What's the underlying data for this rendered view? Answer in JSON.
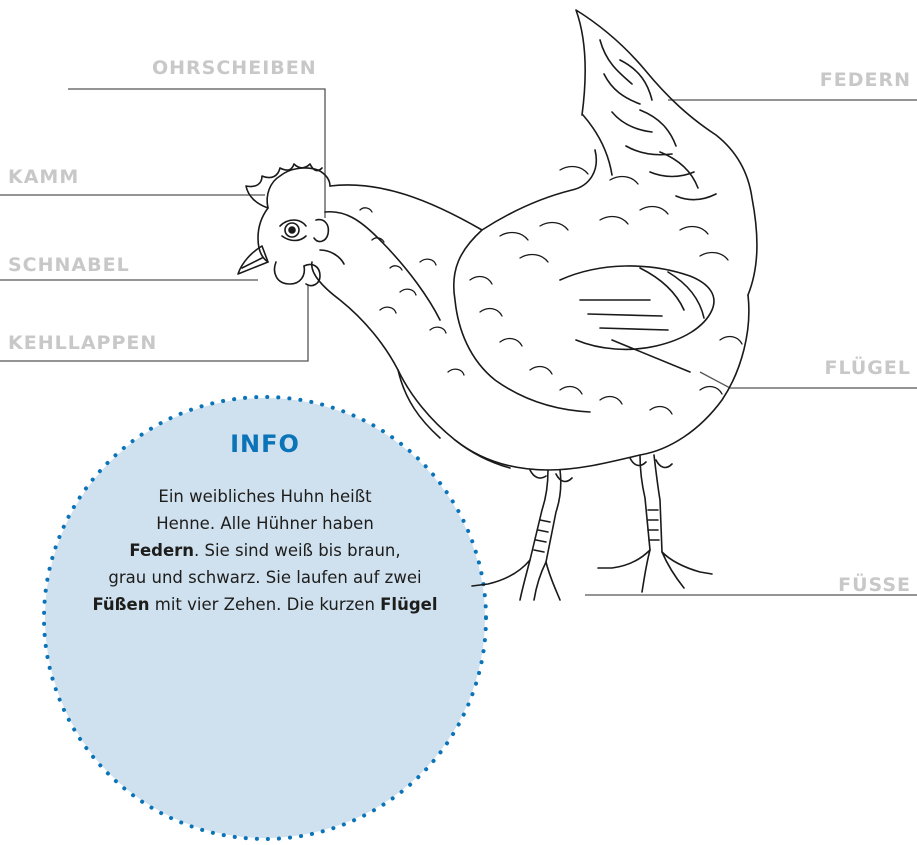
{
  "labels": {
    "ohrscheiben": "OHRSCHEIBEN",
    "kamm": "KAMM",
    "schnabel": "SCHNABEL",
    "kehllappen": "KEHLLAPPEN",
    "federn": "FEDERN",
    "fluegel": "FLÜGEL",
    "fuesse": "FÜSSE"
  },
  "info": {
    "title": "INFO",
    "line1": "Ein weibliches Huhn heißt",
    "line2": "Henne. Alle Hühner haben",
    "line3_bold": "Federn",
    "line3_rest": ". Sie sind weiß bis braun,",
    "line4": "grau und schwarz. Sie laufen auf zwei",
    "line5_bold1": "Füßen",
    "line5_mid": " mit vier Zehen. Die kurzen ",
    "line5_bold2": "Flügel"
  },
  "colors": {
    "label_gray": "#c8c8c8",
    "line_gray": "#555555",
    "info_bg": "#cfe0ee",
    "info_accent": "#0b74b8",
    "drawing": "#1a1a1a"
  }
}
